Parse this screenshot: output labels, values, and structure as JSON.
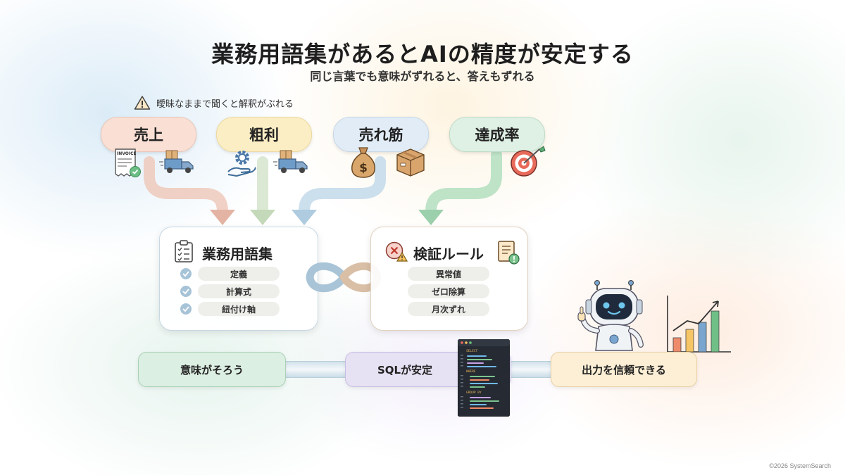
{
  "title": "業務用語集があるとAIの精度が安定する",
  "subtitle": "同じ言葉でも意味がずれると、答えもずれる",
  "warning": {
    "icon": "warning-icon",
    "text": "曖昧なままで聞くと解釈がぶれる"
  },
  "terms": [
    {
      "label": "売上",
      "color": "#f8dcd0",
      "icons": [
        "invoice-icon",
        "delivery-truck-icon"
      ],
      "invoice_text": "INVOICE"
    },
    {
      "label": "粗利",
      "color": "#fbecbf",
      "icons": [
        "gear-hand-icon",
        "delivery-truck-icon"
      ]
    },
    {
      "label": "売れ筋",
      "color": "#dfeaf5",
      "icons": [
        "money-bag-icon",
        "box-icon"
      ]
    },
    {
      "label": "達成率",
      "color": "#dcefe3",
      "icons": [
        "target-icon"
      ]
    }
  ],
  "glossary": {
    "title": "業務用語集",
    "icon": "clipboard-list-icon",
    "items": [
      "定義",
      "計算式",
      "紐付け軸"
    ]
  },
  "validation": {
    "title": "検証ルール",
    "icon": "error-warning-icon",
    "items": [
      "異常値",
      "ゼロ除算",
      "月次ずれ"
    ]
  },
  "bottom": {
    "meaning": "意味がそろう",
    "sql": "SQLが安定",
    "trust": "出力を信頼できる"
  },
  "code": {
    "keyword1": "SELECT",
    "keyword2": "WHERE",
    "keyword3": "GROUP BY"
  },
  "copyright": "©2026 SystemSearch",
  "colors": {
    "arrow_sales": "#e8bfae",
    "arrow_profit": "#cfe0c4",
    "arrow_bestseller": "#b9d3e6",
    "arrow_achievement": "#a9d8b5",
    "infinity_blue": "#a9c4d6",
    "infinity_tan": "#d9bfa6"
  }
}
